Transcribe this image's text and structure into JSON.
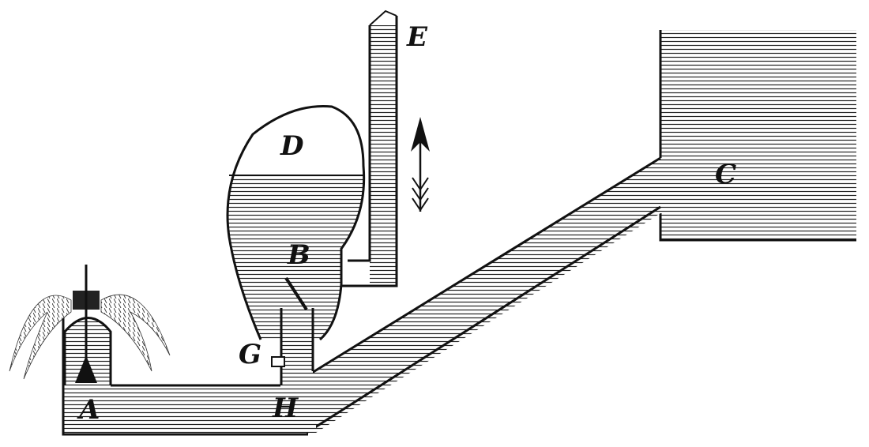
{
  "labels": {
    "A": "A",
    "B": "B",
    "C": "C",
    "D": "D",
    "E": "E",
    "G": "G",
    "H": "H"
  },
  "colors": {
    "ink": "#111111",
    "paper": "#ffffff"
  }
}
